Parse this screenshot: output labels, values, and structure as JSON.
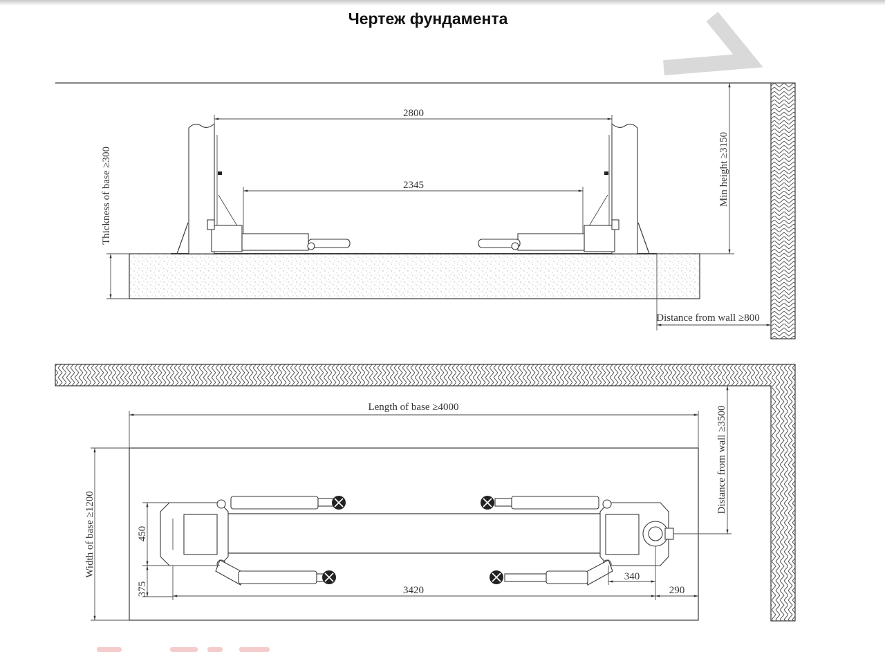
{
  "title": "Чертеж фундамента",
  "elevation": {
    "dim_column_spacing": "2800",
    "dim_arm_spacing": "2345",
    "thickness_label": "Thickness of base ≥300",
    "min_height_label": "Min height ≥3150",
    "wall_distance_label": "Distance from wall ≥800"
  },
  "plan": {
    "length_label": "Length of base ≥4000",
    "wall_distance_label": "Distance from wall ≥3500",
    "width_label": "Width of base ≥1200",
    "dim_450": "450",
    "dim_375": "375",
    "dim_3420": "3420",
    "dim_340": "340",
    "dim_290": "290"
  },
  "colors": {
    "line": "#3a3a3a",
    "hatch": "#555555",
    "logo": "#d9d9d9",
    "concrete_speckle": "#9a9a9a"
  },
  "icons": [
    "logo-watermark-icon",
    "wheel-stop-icon",
    "power-unit-icon"
  ]
}
